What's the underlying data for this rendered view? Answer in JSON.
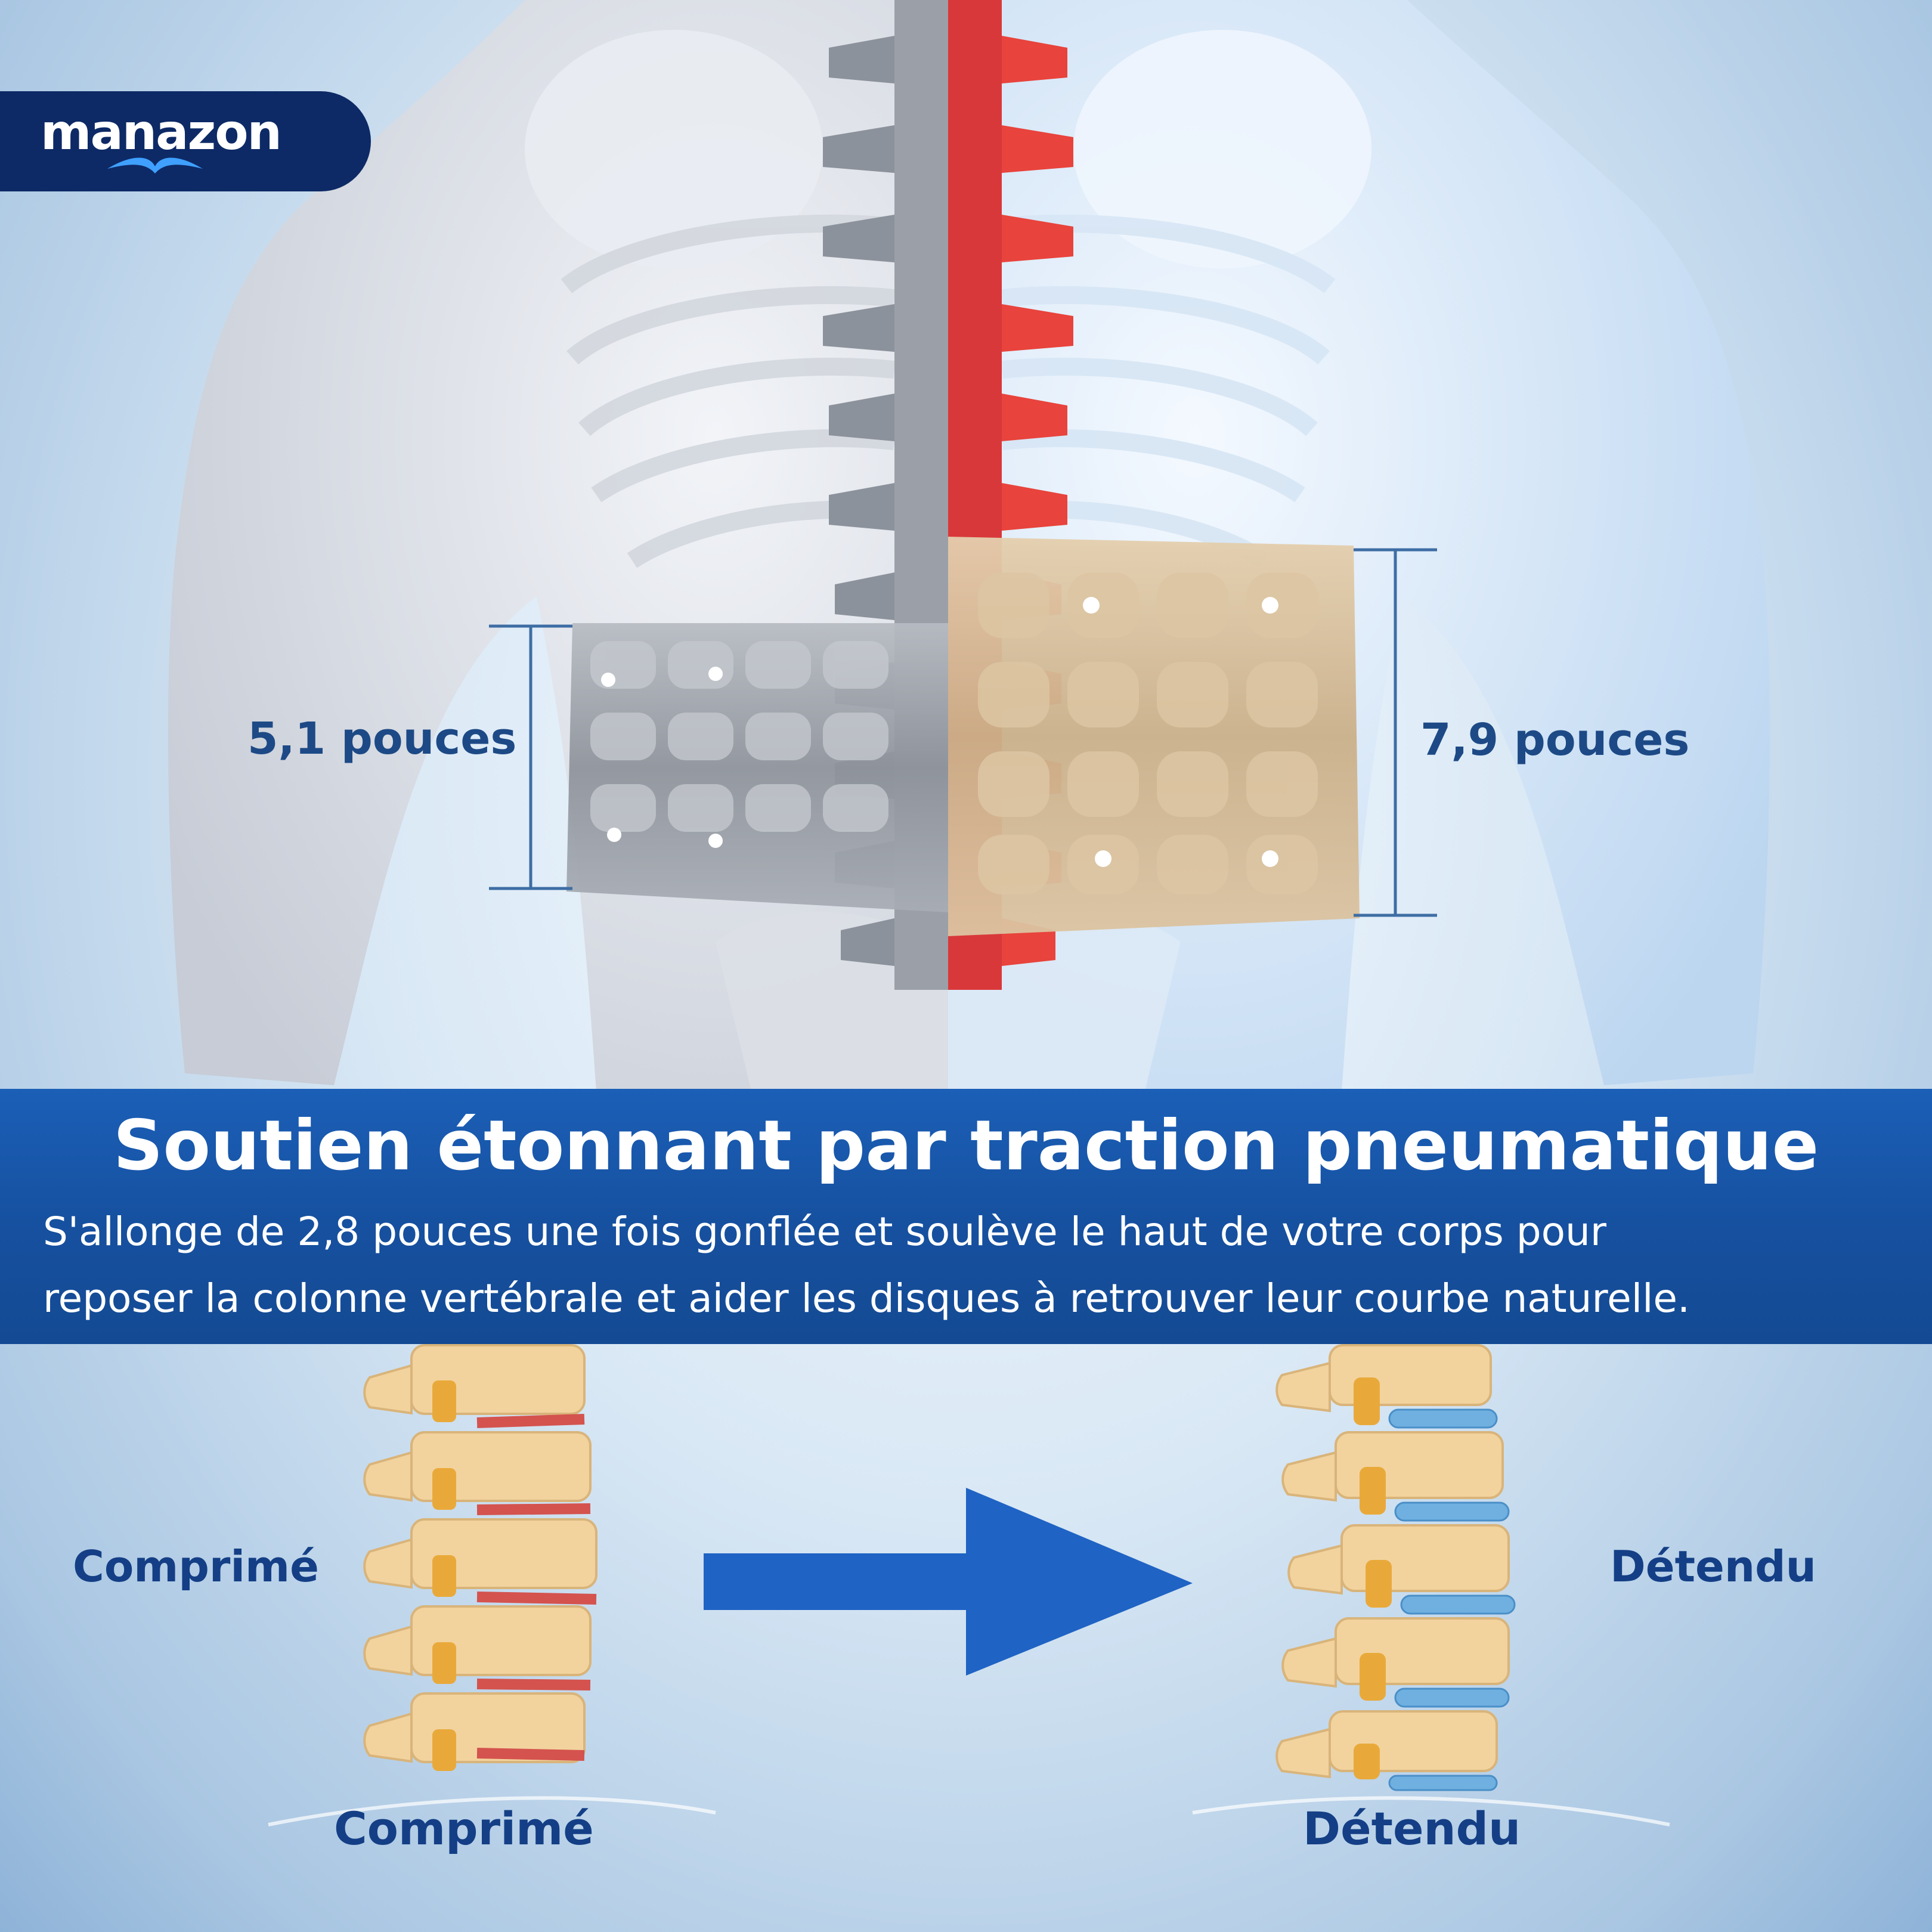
{
  "brand": {
    "logo_text": "manazon"
  },
  "belt_left": {
    "height_label": "5,1 pouces"
  },
  "belt_right": {
    "height_label": "7,9 pouces"
  },
  "banner": {
    "title": "Soutien étonnant par traction pneumatique",
    "description_line1": "S'allonge de 2,8 pouces une fois gonflée et soulève le haut de votre corps pour",
    "description_line2": "reposer la colonne vertébrale et aider les disques à retrouver leur courbe naturelle."
  },
  "comparison": {
    "left_label": "Comprimé",
    "right_label": "Détendu",
    "left_caption": "Comprimé",
    "right_caption": "Détendu"
  },
  "colors": {
    "brand_navy": "#0d2a66",
    "banner_blue": "#16509f",
    "label_blue": "#143f86",
    "inflamed_red": "#e8433c",
    "disc_blue": "#6fb0e0",
    "belt_gray": "#9ea3aa",
    "belt_beige": "#d6bd99"
  }
}
